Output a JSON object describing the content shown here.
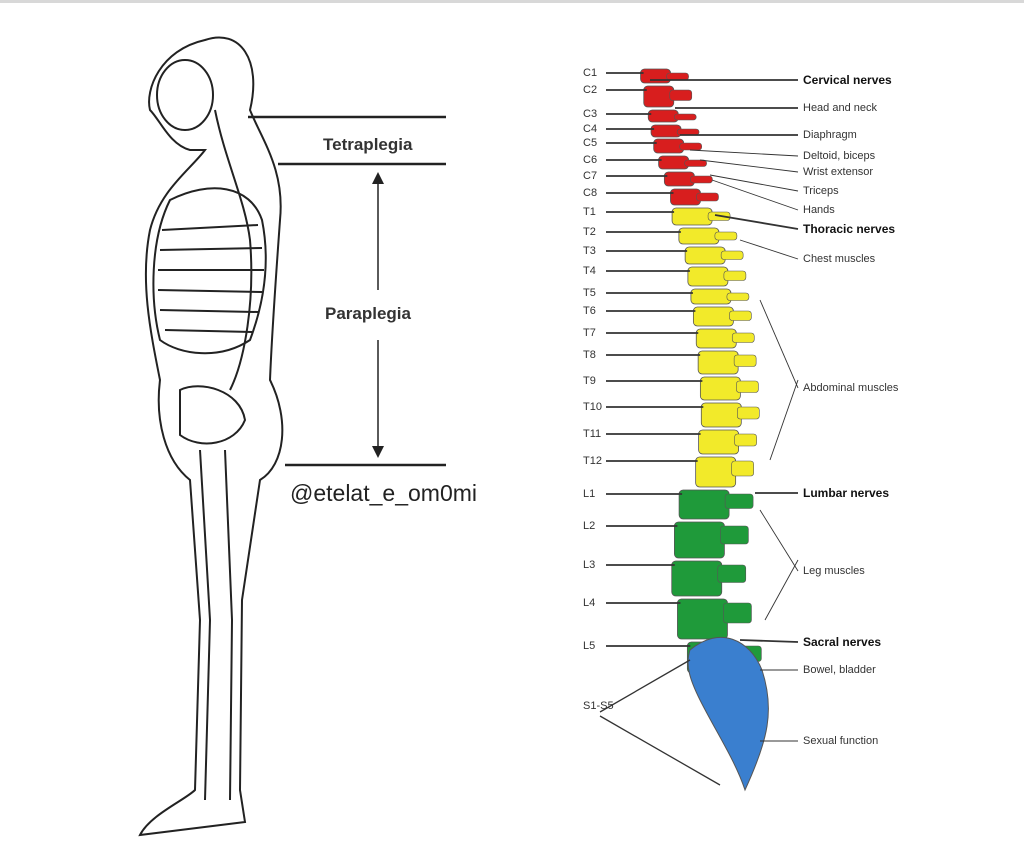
{
  "levels": {
    "tetraplegia": "Tetraplegia",
    "paraplegia": "Paraplegia"
  },
  "watermark": "@etelat_e_om0mi",
  "vertebrae": [
    "C1",
    "C2",
    "C3",
    "C4",
    "C5",
    "C6",
    "C7",
    "C8",
    "T1",
    "T2",
    "T3",
    "T4",
    "T5",
    "T6",
    "T7",
    "T8",
    "T9",
    "T10",
    "T11",
    "T12",
    "L1",
    "L2",
    "L3",
    "L4",
    "L5",
    "S1-S5"
  ],
  "functions": [
    {
      "label": "Cervical nerves",
      "bold": true
    },
    {
      "label": "Head and neck",
      "bold": false
    },
    {
      "label": "Diaphragm",
      "bold": false
    },
    {
      "label": "Deltoid, biceps",
      "bold": false
    },
    {
      "label": "Wrist extensor",
      "bold": false
    },
    {
      "label": "Triceps",
      "bold": false
    },
    {
      "label": "Hands",
      "bold": false
    },
    {
      "label": "Thoracic nerves",
      "bold": true
    },
    {
      "label": "Chest muscles",
      "bold": false
    },
    {
      "label": "Abdominal muscles",
      "bold": false
    },
    {
      "label": "Lumbar nerves",
      "bold": true
    },
    {
      "label": "Leg muscles",
      "bold": false
    },
    {
      "label": "Sacral nerves",
      "bold": true
    },
    {
      "label": "Bowel, bladder",
      "bold": false
    },
    {
      "label": "Sexual function",
      "bold": false
    }
  ],
  "colors": {
    "cervical": "#d81e1e",
    "thoracic": "#f2ea2a",
    "lumbar": "#1f9a3a",
    "sacral": "#3a7fcf"
  }
}
